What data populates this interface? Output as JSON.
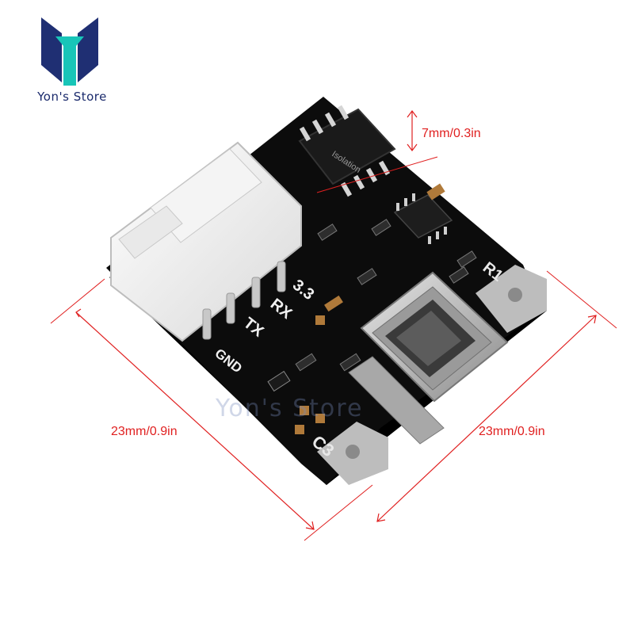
{
  "brand": {
    "name": "Yon's Store",
    "logo": "yon-store-logo",
    "logo_colors": {
      "dark": "#1f2f73",
      "teal": "#18c5b8"
    }
  },
  "watermark": {
    "text": "Yon's Store"
  },
  "product": {
    "chip_label": "Isolation",
    "pin_labels": [
      "3.3",
      "RX",
      "TX",
      "GND"
    ],
    "component_marks": [
      "R1",
      "C3"
    ]
  },
  "dimensions": {
    "color": "#e02020",
    "height_label": "7mm/0.3in",
    "left_width_label": "23mm/0.9in",
    "right_width_label": "23mm/0.9in"
  }
}
